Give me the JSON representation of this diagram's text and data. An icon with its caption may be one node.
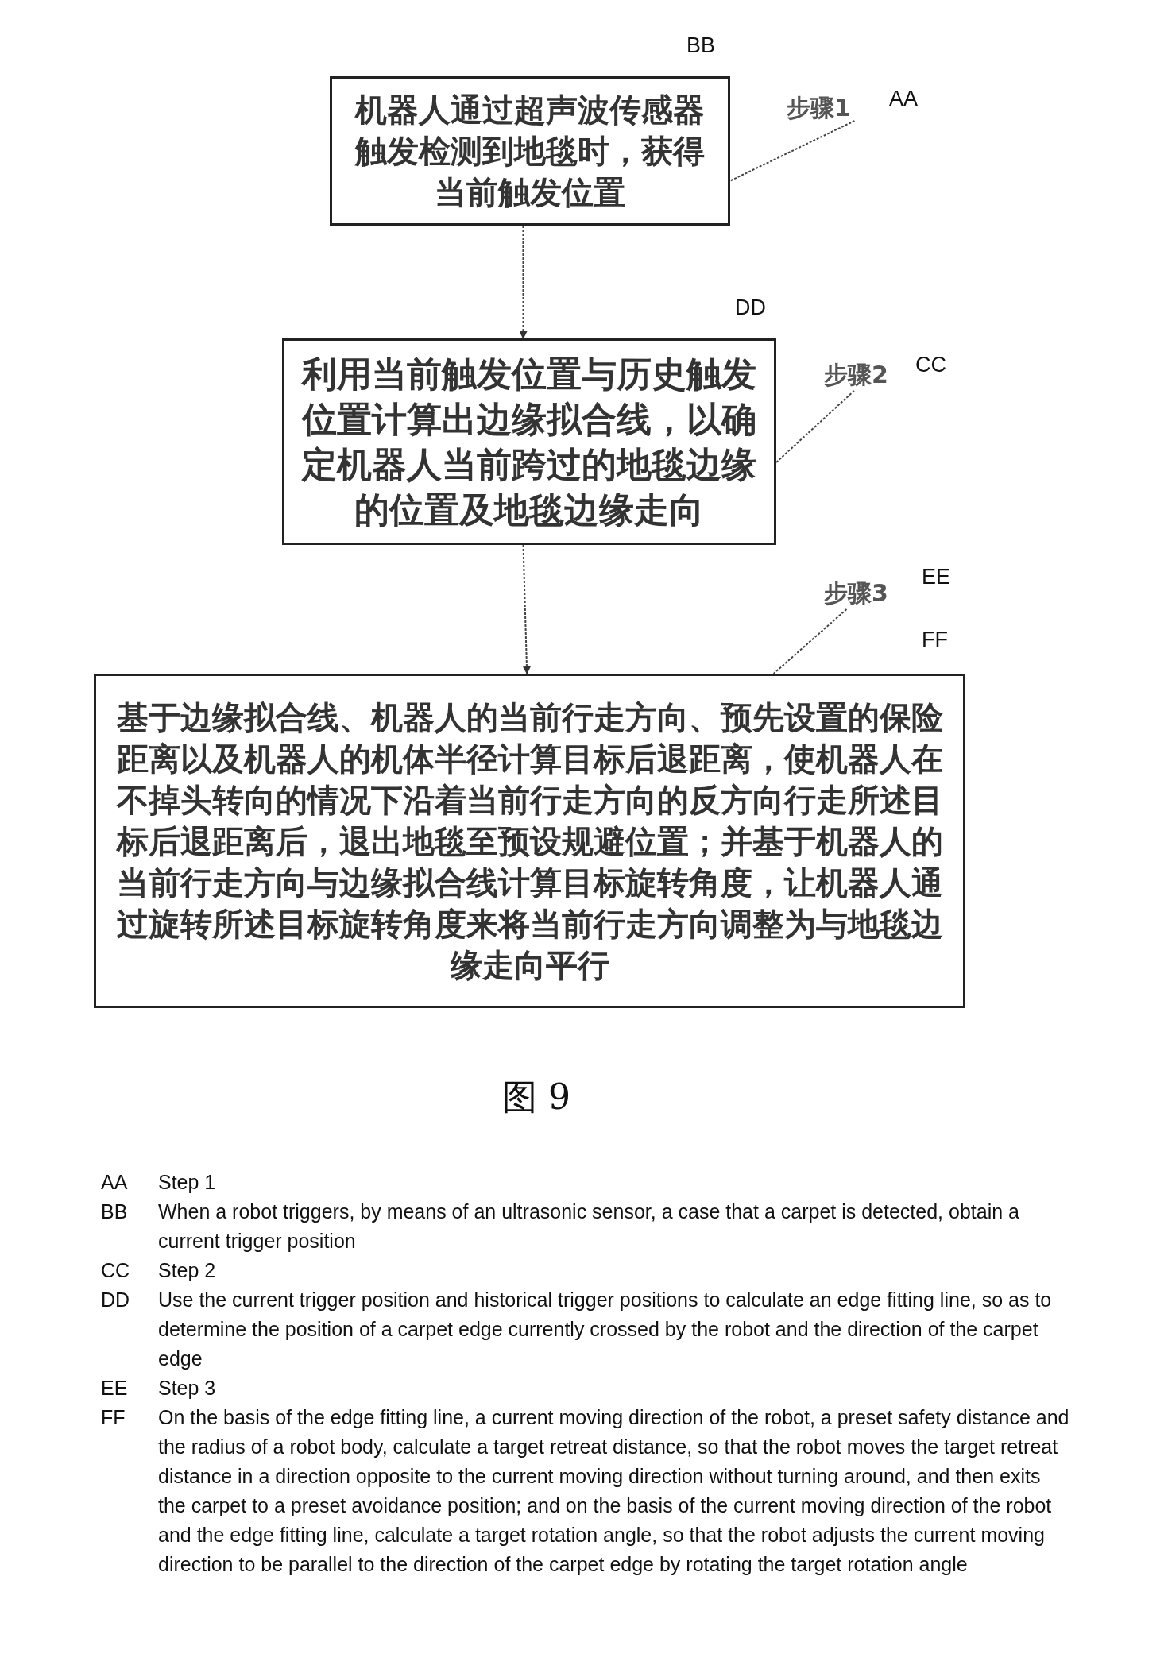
{
  "diagram": {
    "caption": "图 9",
    "nodes": [
      {
        "text": [
          "机器人通过超声波传感器触发检测到地毯时，获得当前触发位置"
        ],
        "beside": [
          "BB"
        ]
      },
      {
        "text": [
          "利用当前触发位置与历史触发位置计算出边缘拟合线，以确定机器人当前跨过的地毯边缘的位置及地毯边缘走向"
        ],
        "beside": [
          "DD"
        ]
      },
      {
        "text": [
          "基于边缘拟合线、机器人的当前行走方向、预先设置的保险距离以及机器人的机体半径计算目标后退距离，使机器人在不掉头转向的情况下沿着当前行走方向的反方向行走所述目标后退距离后，退出地毯至预设规避位置；并基于机器人的当前行走方向与边缘拟合线计算目标旋转角度，让机器人通过旋转所述目标旋转角度来将当前行走方向调整为与地毯边缘走向平行"
        ],
        "beside": [
          "FF"
        ]
      },
      {
        "text": [
          "步骤1"
        ],
        "beside": [
          "AA"
        ]
      },
      {
        "text": [
          "步骤2"
        ],
        "beside": [
          "CC"
        ]
      },
      {
        "text": [
          "步骤3"
        ],
        "beside": [
          "EE"
        ]
      }
    ],
    "edges": [
      {
        "from": 0,
        "to": 1,
        "arrow": "to",
        "style": "dashed"
      },
      {
        "from": 1,
        "to": 2,
        "arrow": "to",
        "style": "dashed"
      },
      {
        "from": 3,
        "to": 0,
        "arrow": "none",
        "style": "dashed"
      },
      {
        "from": 4,
        "to": 1,
        "arrow": "none",
        "style": "dashed"
      },
      {
        "from": 5,
        "to": 2,
        "arrow": "none",
        "style": "dashed"
      }
    ],
    "labels": [
      "AA",
      "Step 1",
      "BB",
      "When a robot triggers, by means of an ultrasonic sensor, a case that a carpet is detected, obtain a current trigger position",
      "CC",
      "Step 2",
      "DD",
      "Use the current trigger position and historical trigger positions to calculate an edge fitting line, so as to determine the position of a carpet edge currently crossed by the robot and the direction of the carpet edge",
      "EE",
      "Step 3",
      "FF",
      "On the basis of the edge fitting line, a current moving direction of the robot, a preset safety distance and the radius of a robot body, calculate a target retreat distance, so that the robot moves the target retreat distance in a direction opposite to the current moving direction without turning around, and then exits the carpet to a preset avoidance position; and on the basis of the current moving direction of the robot and the edge fitting line, calculate a target rotation angle, so that the robot adjusts the current moving direction to be parallel to the direction of the carpet edge by rotating the target rotation angle"
    ]
  }
}
